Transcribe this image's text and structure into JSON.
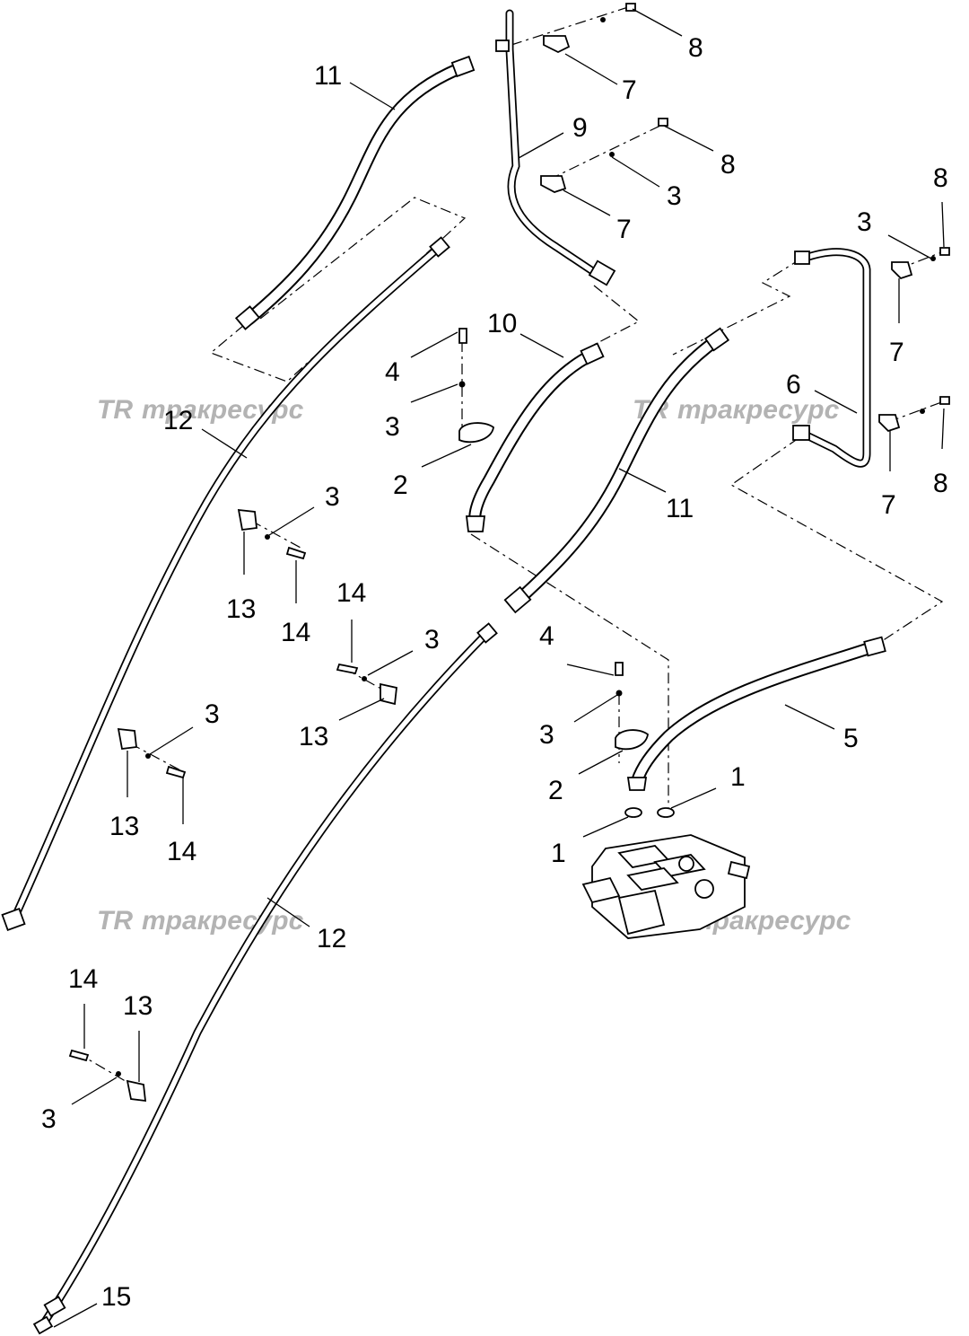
{
  "diagram": {
    "callouts": [
      {
        "id": "c11a",
        "text": "11"
      },
      {
        "id": "c8a",
        "text": "8"
      },
      {
        "id": "c7a",
        "text": "7"
      },
      {
        "id": "c9",
        "text": "9"
      },
      {
        "id": "c8b",
        "text": "8"
      },
      {
        "id": "c3a",
        "text": "3"
      },
      {
        "id": "c7b",
        "text": "7"
      },
      {
        "id": "c8c",
        "text": "8"
      },
      {
        "id": "c3b",
        "text": "3"
      },
      {
        "id": "c7c",
        "text": "7"
      },
      {
        "id": "c10",
        "text": "10"
      },
      {
        "id": "c4a",
        "text": "4"
      },
      {
        "id": "c3c",
        "text": "3"
      },
      {
        "id": "c2a",
        "text": "2"
      },
      {
        "id": "c6",
        "text": "6"
      },
      {
        "id": "c8d",
        "text": "8"
      },
      {
        "id": "c7d",
        "text": "7"
      },
      {
        "id": "c11b",
        "text": "11"
      },
      {
        "id": "c12a",
        "text": "12"
      },
      {
        "id": "c3d",
        "text": "3"
      },
      {
        "id": "c13a",
        "text": "13"
      },
      {
        "id": "c14a",
        "text": "14"
      },
      {
        "id": "c14b",
        "text": "14"
      },
      {
        "id": "c3e",
        "text": "3"
      },
      {
        "id": "c13b",
        "text": "13"
      },
      {
        "id": "c4b",
        "text": "4"
      },
      {
        "id": "c3f",
        "text": "3"
      },
      {
        "id": "c2b",
        "text": "2"
      },
      {
        "id": "c5",
        "text": "5"
      },
      {
        "id": "c1a",
        "text": "1"
      },
      {
        "id": "c1b",
        "text": "1"
      },
      {
        "id": "c3g",
        "text": "3"
      },
      {
        "id": "c13c",
        "text": "13"
      },
      {
        "id": "c14c",
        "text": "14"
      },
      {
        "id": "c12b",
        "text": "12"
      },
      {
        "id": "c14d",
        "text": "14"
      },
      {
        "id": "c13d",
        "text": "13"
      },
      {
        "id": "c3h",
        "text": "3"
      },
      {
        "id": "c15",
        "text": "15"
      }
    ],
    "watermark": "тракресурс",
    "watermark_logo": "TR"
  }
}
